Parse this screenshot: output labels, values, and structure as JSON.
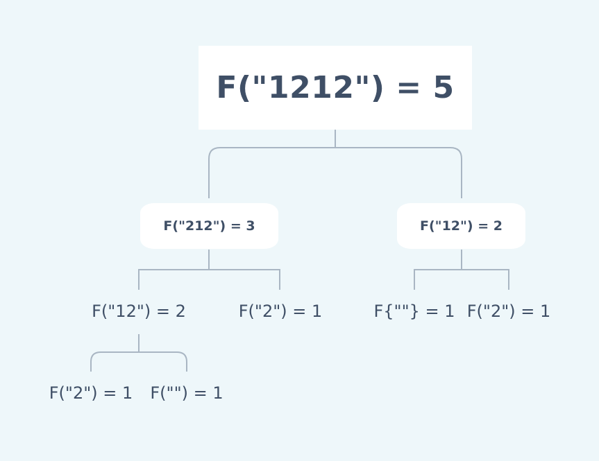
{
  "diagram": {
    "root": {
      "label": "F(\"1212\") = 5"
    },
    "left_child": {
      "label": "F(\"212\") = 3"
    },
    "right_child": {
      "label": "F(\"12\") = 2"
    },
    "left_left": {
      "label": "F(\"12\") = 2"
    },
    "left_right": {
      "label": "F(\"2\") = 1"
    },
    "right_left": {
      "label": "F{\"\"} = 1"
    },
    "right_right": {
      "label": "F(\"2\") = 1"
    },
    "left_left_left": {
      "label": "F(\"2\") = 1"
    },
    "left_left_right": {
      "label": "F(\"\") = 1"
    }
  },
  "colors": {
    "background": "#eef7fa",
    "node_fill": "#ffffff",
    "text": "#3f4f66",
    "connector": "#a9b6c3"
  }
}
